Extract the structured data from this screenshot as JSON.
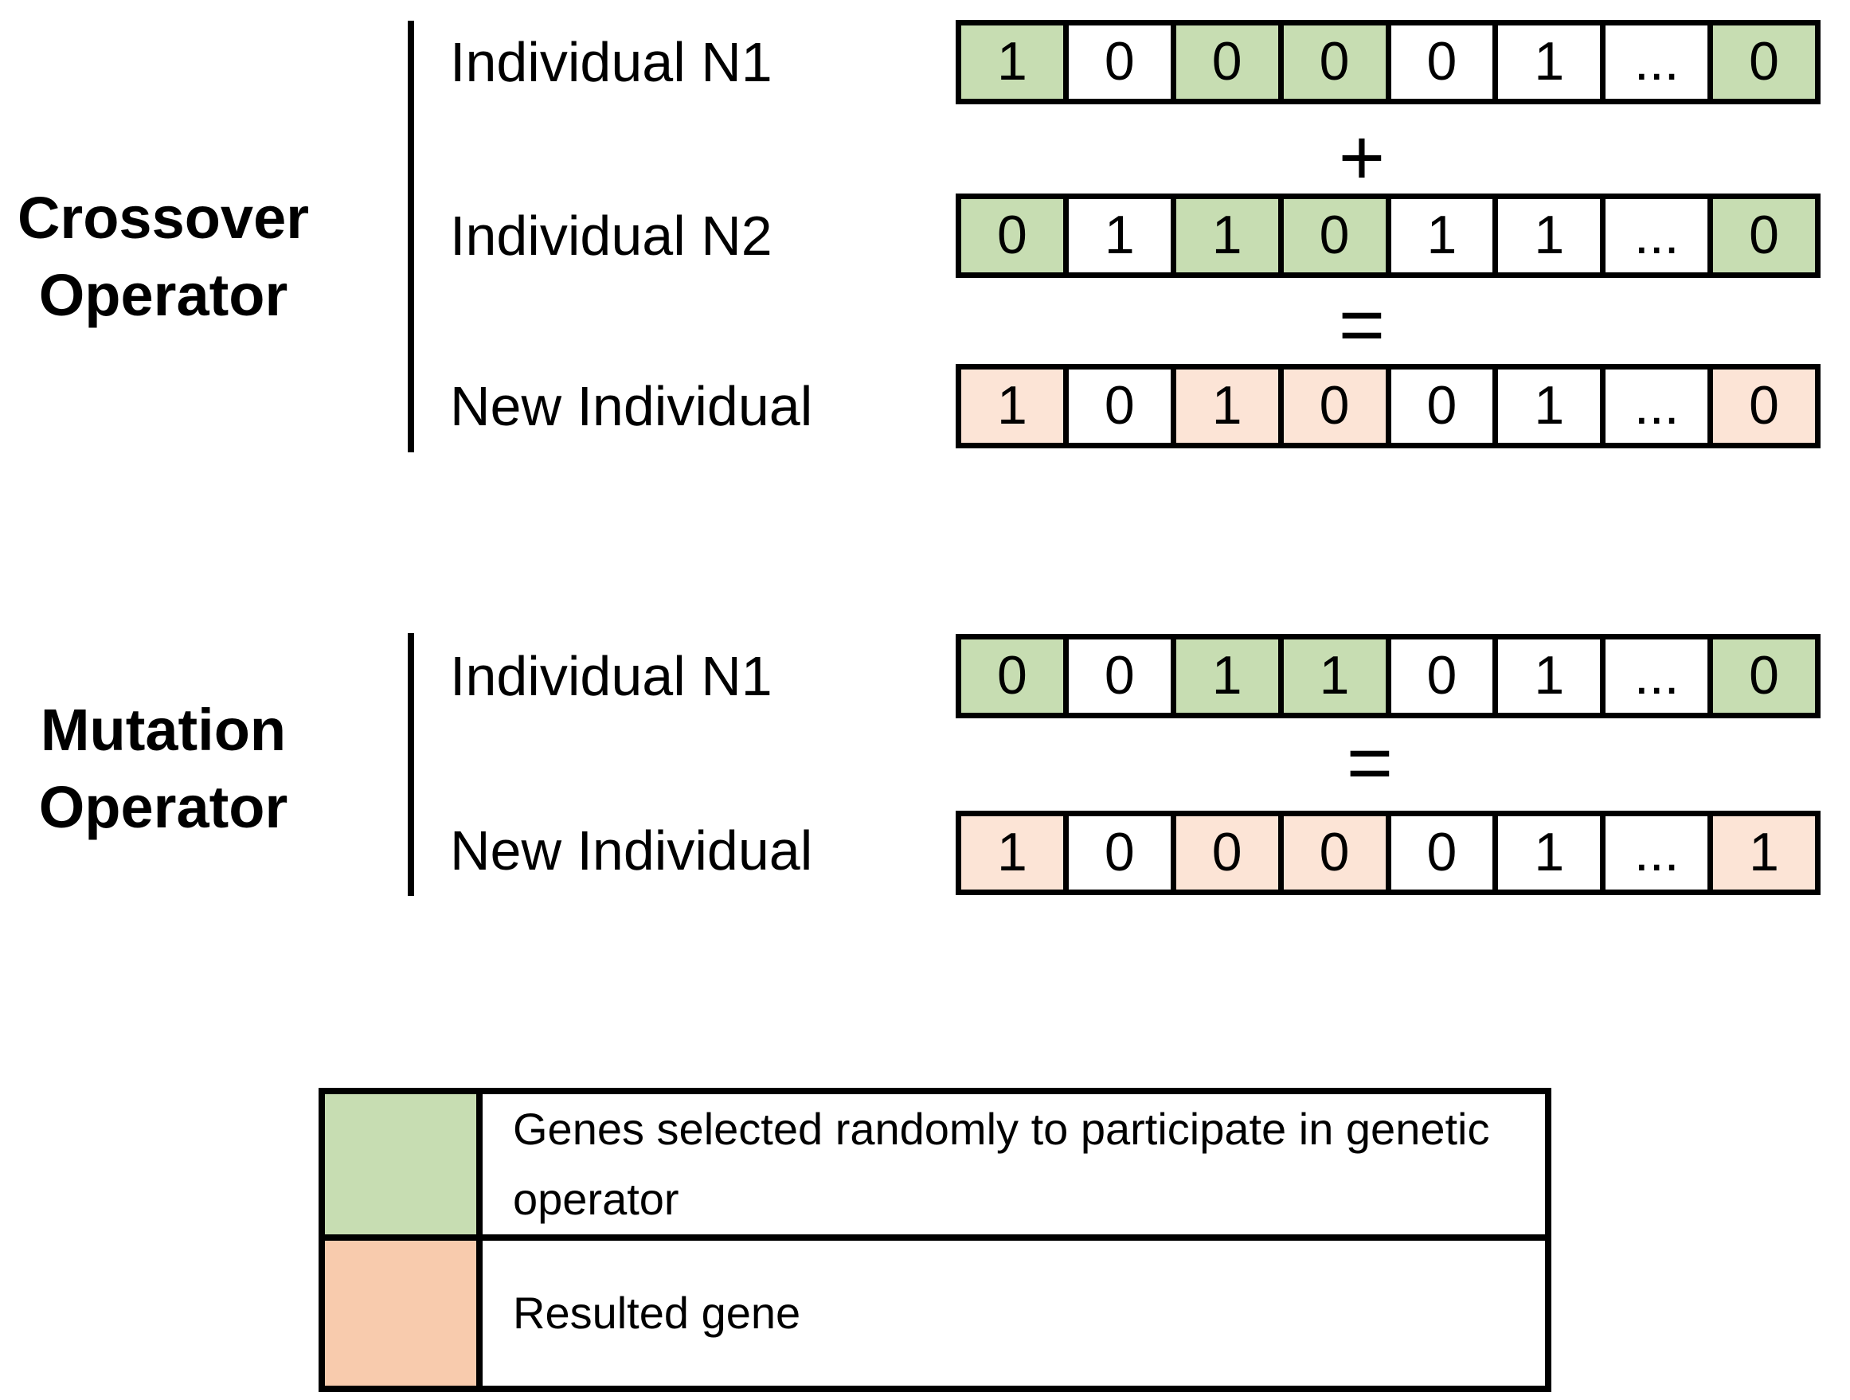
{
  "colors": {
    "selected_green": "#c7ddb2",
    "result_peach": "#fce4d6",
    "legend_orange": "#f8cbad",
    "border": "#000000",
    "background": "#ffffff"
  },
  "crossover": {
    "title_line1": "Crossover",
    "title_line2": "Operator",
    "plus_sign": "+",
    "equals_sign": "=",
    "rows": [
      {
        "label": "Individual N1",
        "cells": [
          {
            "v": "1",
            "hl": "green"
          },
          {
            "v": "0",
            "hl": "none"
          },
          {
            "v": "0",
            "hl": "green"
          },
          {
            "v": "0",
            "hl": "green"
          },
          {
            "v": "0",
            "hl": "none"
          },
          {
            "v": "1",
            "hl": "none"
          },
          {
            "v": "...",
            "hl": "none"
          },
          {
            "v": "0",
            "hl": "green"
          }
        ]
      },
      {
        "label": "Individual N2",
        "cells": [
          {
            "v": "0",
            "hl": "green"
          },
          {
            "v": "1",
            "hl": "none"
          },
          {
            "v": "1",
            "hl": "green"
          },
          {
            "v": "0",
            "hl": "green"
          },
          {
            "v": "1",
            "hl": "none"
          },
          {
            "v": "1",
            "hl": "none"
          },
          {
            "v": "...",
            "hl": "none"
          },
          {
            "v": "0",
            "hl": "green"
          }
        ]
      },
      {
        "label": "New Individual",
        "cells": [
          {
            "v": "1",
            "hl": "peach"
          },
          {
            "v": "0",
            "hl": "none"
          },
          {
            "v": "1",
            "hl": "peach"
          },
          {
            "v": "0",
            "hl": "peach"
          },
          {
            "v": "0",
            "hl": "none"
          },
          {
            "v": "1",
            "hl": "none"
          },
          {
            "v": "...",
            "hl": "none"
          },
          {
            "v": "0",
            "hl": "peach"
          }
        ]
      }
    ]
  },
  "mutation": {
    "title_line1": "Mutation",
    "title_line2": "Operator",
    "equals_sign": "=",
    "rows": [
      {
        "label": "Individual N1",
        "cells": [
          {
            "v": "0",
            "hl": "green"
          },
          {
            "v": "0",
            "hl": "none"
          },
          {
            "v": "1",
            "hl": "green"
          },
          {
            "v": "1",
            "hl": "green"
          },
          {
            "v": "0",
            "hl": "none"
          },
          {
            "v": "1",
            "hl": "none"
          },
          {
            "v": "...",
            "hl": "none"
          },
          {
            "v": "0",
            "hl": "green"
          }
        ]
      },
      {
        "label": "New Individual",
        "cells": [
          {
            "v": "1",
            "hl": "peach"
          },
          {
            "v": "0",
            "hl": "none"
          },
          {
            "v": "0",
            "hl": "peach"
          },
          {
            "v": "0",
            "hl": "peach"
          },
          {
            "v": "0",
            "hl": "none"
          },
          {
            "v": "1",
            "hl": "none"
          },
          {
            "v": "...",
            "hl": "none"
          },
          {
            "v": "1",
            "hl": "peach"
          }
        ]
      }
    ]
  },
  "legend": {
    "items": [
      {
        "swatch": "green",
        "text": "Genes selected randomly to participate in genetic operator"
      },
      {
        "swatch": "orange",
        "text": "Resulted gene"
      }
    ]
  }
}
